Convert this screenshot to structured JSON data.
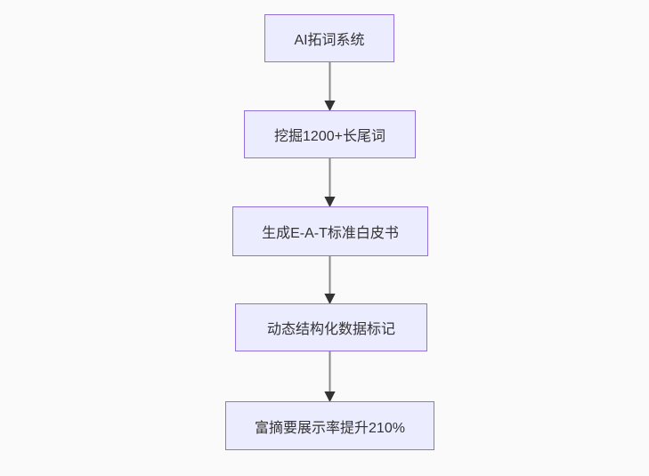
{
  "diagram": {
    "type": "flowchart",
    "direction": "top-down",
    "nodes": [
      {
        "id": "node-1",
        "label": "AI拓词系统"
      },
      {
        "id": "node-2",
        "label": "挖掘1200+长尾词"
      },
      {
        "id": "node-3",
        "label": "生成E-A-T标准白皮书"
      },
      {
        "id": "node-4",
        "label": "动态结构化数据标记"
      },
      {
        "id": "node-5",
        "label": "富摘要展示率提升210%"
      }
    ],
    "edges": [
      {
        "from": "node-1",
        "to": "node-2"
      },
      {
        "from": "node-2",
        "to": "node-3"
      },
      {
        "from": "node-3",
        "to": "node-4"
      },
      {
        "from": "node-4",
        "to": "node-5"
      }
    ],
    "colors": {
      "background": "#fafafa",
      "node_fill": "#ececff",
      "node_border": "#9370db",
      "node_text": "#333333",
      "edge_line": "#8a8a8a",
      "arrowhead": "#333333"
    }
  }
}
